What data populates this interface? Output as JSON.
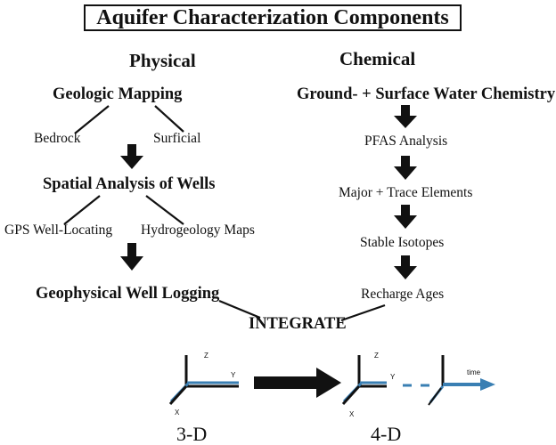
{
  "title": "Aquifer Characterization Components",
  "physical": {
    "heading": "Physical",
    "geologic_mapping": "Geologic Mapping",
    "bedrock": "Bedrock",
    "surficial": "Surficial",
    "spatial_analysis": "Spatial Analysis of Wells",
    "gps": "GPS Well-Locating",
    "hydrogeology": "Hydrogeology Maps",
    "geophysical": "Geophysical Well Logging"
  },
  "chemical": {
    "heading": "Chemical",
    "water_chemistry": "Ground- + Surface Water Chemistry",
    "pfas": "PFAS Analysis",
    "major_trace": "Major + Trace Elements",
    "isotopes": "Stable Isotopes",
    "recharge": "Recharge Ages"
  },
  "integrate": "INTEGRATE",
  "axes_3d": {
    "label": "3-D",
    "z": "Z",
    "y": "Y",
    "x": "X"
  },
  "axes_4d": {
    "label": "4-D",
    "z": "Z",
    "y": "Y",
    "x": "X",
    "time": "time"
  },
  "colors": {
    "axis_blue": "#3a7fb3",
    "ink": "#111111"
  }
}
